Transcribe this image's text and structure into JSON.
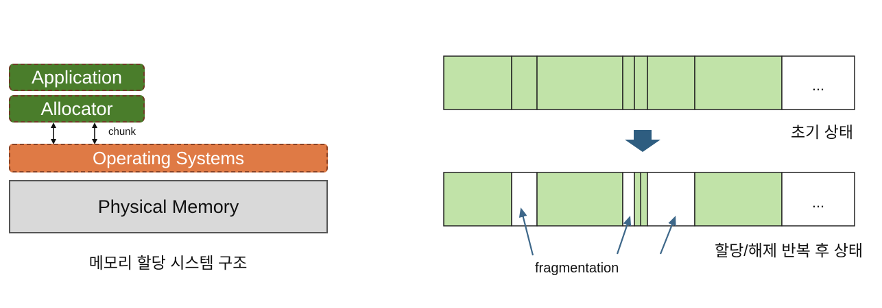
{
  "left_diagram": {
    "application_label": "Application",
    "allocator_label": "Allocator",
    "chunk_label": "chunk",
    "os_label": "Operating Systems",
    "memory_label": "Physical Memory",
    "caption": "메모리 할당 시스템 구조"
  },
  "right_diagram": {
    "initial_caption": "초기 상태",
    "after_caption": "할당/해제 반복 후 상태",
    "ellipsis": "...",
    "fragmentation_label": "fragmentation"
  },
  "colors": {
    "allocated_fill": "#c1e3a8",
    "green_box": "#4a7d2b",
    "os_box": "#df7a45",
    "memory_box": "#d9d9d9",
    "down_arrow": "#2e5d80",
    "pointer_arrow": "#3d6789"
  }
}
